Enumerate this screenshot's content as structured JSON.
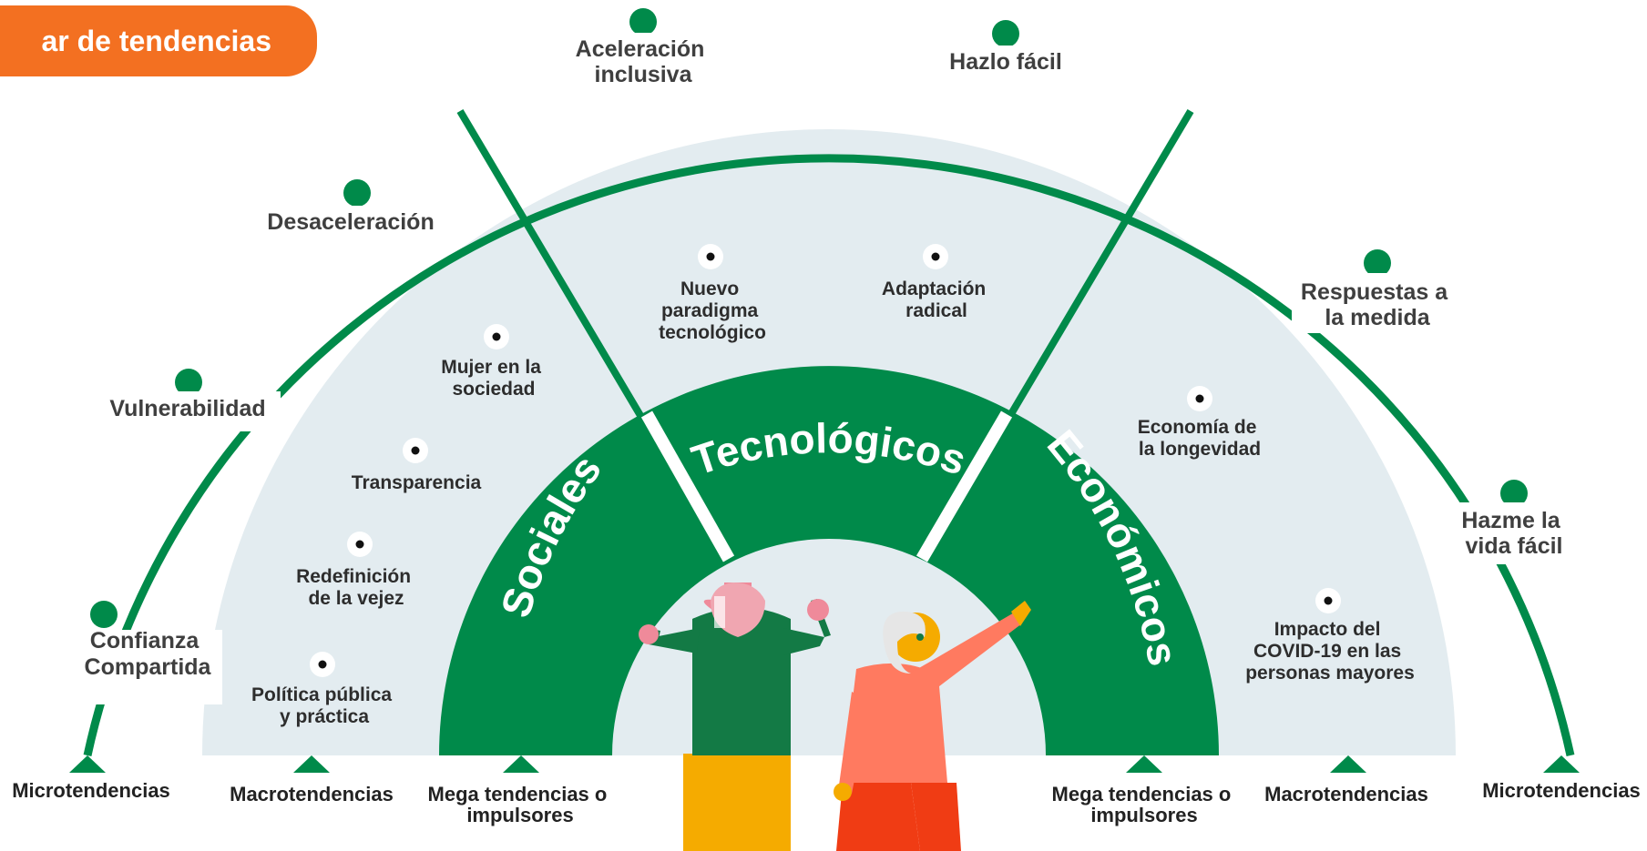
{
  "header": {
    "title": "ar de tendencias"
  },
  "colors": {
    "green": "#008a4a",
    "lightblue": "#e3ecf0",
    "orange": "#f37021"
  },
  "megatrends": {
    "sociales": "Sociales",
    "tecnologicos": "Tecnológicos",
    "economicos": "Económicos"
  },
  "microtrends": [
    [
      "Confianza",
      "Compartida"
    ],
    [
      "Vulnerabilidad"
    ],
    [
      "Desaceleración"
    ],
    [
      "Aceleración",
      "inclusiva"
    ],
    [
      "Hazlo fácil"
    ],
    [
      "Respuestas a",
      "la medida"
    ],
    [
      "Hazme la",
      "vida fácil"
    ]
  ],
  "macrotrends": [
    [
      "Política pública",
      "y práctica"
    ],
    [
      "Redefinición",
      "de la vejez"
    ],
    [
      "Transparencia"
    ],
    [
      "Mujer en la",
      "sociedad"
    ],
    [
      "Nuevo",
      "paradigma",
      "tecnológico"
    ],
    [
      "Adaptación",
      "radical"
    ],
    [
      "Economía de",
      "la longevidad"
    ],
    [
      "Impacto del",
      "COVID-19 en las",
      "personas mayores"
    ]
  ],
  "bottom_labels": [
    [
      "Microtendencias"
    ],
    [
      "Macrotendencias"
    ],
    [
      "Mega tendencias o",
      "impulsores"
    ],
    [
      "Mega tendencias o",
      "impulsores"
    ],
    [
      "Macrotendencias"
    ],
    [
      "Microtendencias"
    ]
  ]
}
